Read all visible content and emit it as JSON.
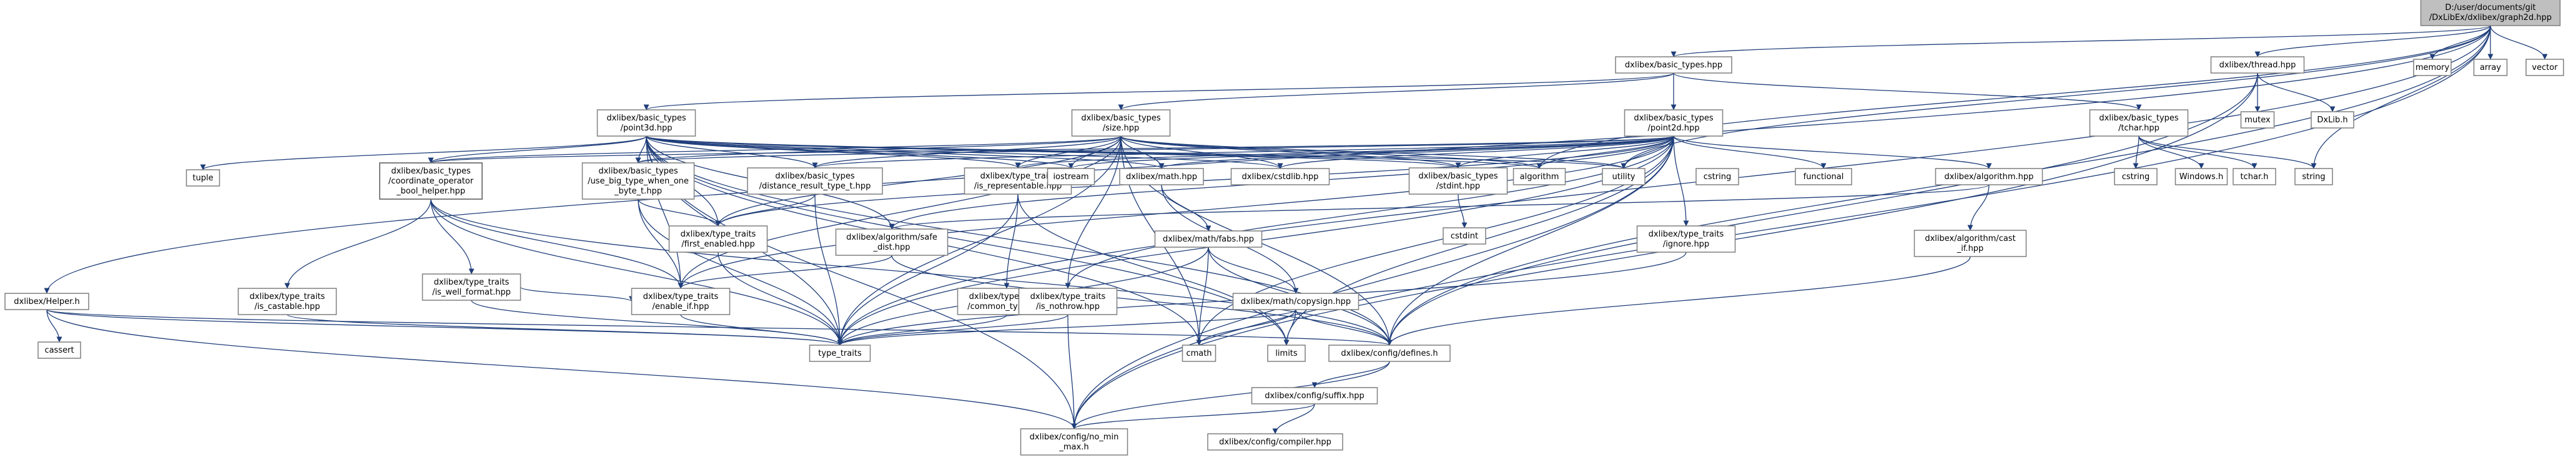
{
  "graph": {
    "title": "D:/user/documents/git/DxLibEx/dxlibex/graph2d.hpp",
    "colors": {
      "root_fill": "#bfbfbf",
      "node_fill": "#ffffff",
      "node_border_bold": "#000000",
      "node_border_missing": "#c0c0c0",
      "node_border_red": "#ff0000",
      "node_text_missing": "#555555",
      "edge": "#1f3e7a"
    },
    "nodes": [
      {
        "id": "root",
        "lines": [
          "D:/user/documents/git",
          "/DxLibEx/dxlibex/graph2d.hpp"
        ],
        "style": "root"
      },
      {
        "id": "basic_types",
        "lines": [
          "dxlibex/basic_types.hpp"
        ],
        "style": "normal"
      },
      {
        "id": "thread",
        "lines": [
          "dxlibex/thread.hpp"
        ],
        "style": "normal"
      },
      {
        "id": "memory",
        "lines": [
          "memory"
        ],
        "style": "missing"
      },
      {
        "id": "array",
        "lines": [
          "array"
        ],
        "style": "missing"
      },
      {
        "id": "vector",
        "lines": [
          "vector"
        ],
        "style": "missing"
      },
      {
        "id": "point3d",
        "lines": [
          "dxlibex/basic_types",
          "/point3d.hpp"
        ],
        "style": "normal"
      },
      {
        "id": "size",
        "lines": [
          "dxlibex/basic_types",
          "/size.hpp"
        ],
        "style": "normal"
      },
      {
        "id": "point2d",
        "lines": [
          "dxlibex/basic_types",
          "/point2d.hpp"
        ],
        "style": "normal"
      },
      {
        "id": "tchar",
        "lines": [
          "dxlibex/basic_types",
          "/tchar.hpp"
        ],
        "style": "normal"
      },
      {
        "id": "mutex",
        "lines": [
          "mutex"
        ],
        "style": "missing"
      },
      {
        "id": "dxlib",
        "lines": [
          "DxLib.h"
        ],
        "style": "missing"
      },
      {
        "id": "tuple",
        "lines": [
          "tuple"
        ],
        "style": "missing"
      },
      {
        "id": "coord_op",
        "lines": [
          "dxlibex/basic_types",
          "/coordinate_operator",
          "_bool_helper.hpp"
        ],
        "style": "bold"
      },
      {
        "id": "use_big",
        "lines": [
          "dxlibex/basic_types",
          "/use_big_type_when_one",
          "_byte_t.hpp"
        ],
        "style": "normal"
      },
      {
        "id": "distance",
        "lines": [
          "dxlibex/basic_types",
          "/distance_result_type_t.hpp"
        ],
        "style": "normal"
      },
      {
        "id": "is_repr",
        "lines": [
          "dxlibex/type_traits",
          "/is_representable.hpp"
        ],
        "style": "normal"
      },
      {
        "id": "iostream",
        "lines": [
          "iostream"
        ],
        "style": "missing"
      },
      {
        "id": "math",
        "lines": [
          "dxlibex/math.hpp"
        ],
        "style": "red"
      },
      {
        "id": "cstdlib",
        "lines": [
          "dxlibex/cstdlib.hpp"
        ],
        "style": "red"
      },
      {
        "id": "stdint",
        "lines": [
          "dxlibex/basic_types",
          "/stdint.hpp"
        ],
        "style": "normal"
      },
      {
        "id": "algorithm_std",
        "lines": [
          "algorithm"
        ],
        "style": "missing"
      },
      {
        "id": "utility",
        "lines": [
          "utility"
        ],
        "style": "missing"
      },
      {
        "id": "cstring",
        "lines": [
          "cstring"
        ],
        "style": "missing"
      },
      {
        "id": "functional",
        "lines": [
          "functional"
        ],
        "style": "missing"
      },
      {
        "id": "algo_hpp",
        "lines": [
          "dxlibex/algorithm.hpp"
        ],
        "style": "normal"
      },
      {
        "id": "cstring2",
        "lines": [
          "cstring"
        ],
        "style": "missing"
      },
      {
        "id": "windows",
        "lines": [
          "Windows.h"
        ],
        "style": "missing"
      },
      {
        "id": "tchar_h",
        "lines": [
          "tchar.h"
        ],
        "style": "missing"
      },
      {
        "id": "string",
        "lines": [
          "string"
        ],
        "style": "missing"
      },
      {
        "id": "first_enabled",
        "lines": [
          "dxlibex/type_traits",
          "/first_enabled.hpp"
        ],
        "style": "normal"
      },
      {
        "id": "safe_dist",
        "lines": [
          "dxlibex/algorithm/safe",
          "_dist.hpp"
        ],
        "style": "normal"
      },
      {
        "id": "mathfabs",
        "lines": [
          "dxlibex/math/fabs.hpp"
        ],
        "style": "normal"
      },
      {
        "id": "cstdint",
        "lines": [
          "cstdint"
        ],
        "style": "missing"
      },
      {
        "id": "ignore",
        "lines": [
          "dxlibex/type_traits",
          "/ignore.hpp"
        ],
        "style": "normal"
      },
      {
        "id": "cast_if",
        "lines": [
          "dxlibex/algorithm/cast",
          "_if.hpp"
        ],
        "style": "normal"
      },
      {
        "id": "is_well",
        "lines": [
          "dxlibex/type_traits",
          "/is_well_format.hpp"
        ],
        "style": "normal"
      },
      {
        "id": "is_castable",
        "lines": [
          "dxlibex/type_traits",
          "/is_castable.hpp"
        ],
        "style": "normal"
      },
      {
        "id": "enable_if",
        "lines": [
          "dxlibex/type_traits",
          "/enable_if.hpp"
        ],
        "style": "normal"
      },
      {
        "id": "common_type",
        "lines": [
          "dxlibex/type_traits",
          "/common_type.hpp"
        ],
        "style": "normal"
      },
      {
        "id": "is_nothrow",
        "lines": [
          "dxlibex/type_traits",
          "/is_nothrow.hpp"
        ],
        "style": "normal"
      },
      {
        "id": "copysign",
        "lines": [
          "dxlibex/math/copysign.hpp"
        ],
        "style": "red"
      },
      {
        "id": "helper",
        "lines": [
          "dxlibex/Helper.h"
        ],
        "style": "normal"
      },
      {
        "id": "cassert",
        "lines": [
          "cassert"
        ],
        "style": "missing"
      },
      {
        "id": "type_traits_std",
        "lines": [
          "type_traits"
        ],
        "style": "missing"
      },
      {
        "id": "cmath",
        "lines": [
          "cmath"
        ],
        "style": "missing"
      },
      {
        "id": "limits",
        "lines": [
          "limits"
        ],
        "style": "missing"
      },
      {
        "id": "defines",
        "lines": [
          "dxlibex/config/defines.h"
        ],
        "style": "normal"
      },
      {
        "id": "suffix",
        "lines": [
          "dxlibex/config/suffix.hpp"
        ],
        "style": "normal"
      },
      {
        "id": "no_min_max",
        "lines": [
          "dxlibex/config/no_min",
          "_max.h"
        ],
        "style": "normal"
      },
      {
        "id": "compiler",
        "lines": [
          "dxlibex/config/compiler.hpp"
        ],
        "style": "normal"
      }
    ],
    "edges": [
      [
        "root",
        "basic_types"
      ],
      [
        "root",
        "thread"
      ],
      [
        "root",
        "memory"
      ],
      [
        "root",
        "array"
      ],
      [
        "root",
        "vector"
      ],
      [
        "root",
        "helper"
      ],
      [
        "root",
        "no_min_max"
      ],
      [
        "root",
        "algorithm_std"
      ],
      [
        "root",
        "utility"
      ],
      [
        "root",
        "string"
      ],
      [
        "root",
        "defines"
      ],
      [
        "root",
        "type_traits_std"
      ],
      [
        "basic_types",
        "point3d"
      ],
      [
        "basic_types",
        "size"
      ],
      [
        "basic_types",
        "point2d"
      ],
      [
        "basic_types",
        "tchar"
      ],
      [
        "thread",
        "mutex"
      ],
      [
        "thread",
        "dxlib"
      ],
      [
        "thread",
        "defines"
      ],
      [
        "thread",
        "no_min_max"
      ],
      [
        "point3d",
        "tuple"
      ],
      [
        "point3d",
        "coord_op"
      ],
      [
        "point3d",
        "use_big"
      ],
      [
        "point3d",
        "distance"
      ],
      [
        "point3d",
        "is_repr"
      ],
      [
        "point3d",
        "iostream"
      ],
      [
        "point3d",
        "math"
      ],
      [
        "point3d",
        "cstdlib"
      ],
      [
        "point3d",
        "stdint"
      ],
      [
        "point3d",
        "algorithm_std"
      ],
      [
        "point3d",
        "utility"
      ],
      [
        "point3d",
        "first_enabled"
      ],
      [
        "point3d",
        "safe_dist"
      ],
      [
        "point3d",
        "type_traits_std"
      ],
      [
        "point3d",
        "cmath"
      ],
      [
        "point3d",
        "limits"
      ],
      [
        "point3d",
        "defines"
      ],
      [
        "point3d",
        "no_min_max"
      ],
      [
        "point3d",
        "enable_if"
      ],
      [
        "size",
        "coord_op"
      ],
      [
        "size",
        "use_big"
      ],
      [
        "size",
        "distance"
      ],
      [
        "size",
        "is_repr"
      ],
      [
        "size",
        "iostream"
      ],
      [
        "size",
        "math"
      ],
      [
        "size",
        "cstdlib"
      ],
      [
        "size",
        "stdint"
      ],
      [
        "size",
        "algorithm_std"
      ],
      [
        "size",
        "utility"
      ],
      [
        "size",
        "enable_if"
      ],
      [
        "size",
        "is_nothrow"
      ],
      [
        "size",
        "cmath"
      ],
      [
        "size",
        "type_traits_std"
      ],
      [
        "size",
        "defines"
      ],
      [
        "size",
        "first_enabled"
      ],
      [
        "point2d",
        "coord_op"
      ],
      [
        "point2d",
        "use_big"
      ],
      [
        "point2d",
        "distance"
      ],
      [
        "point2d",
        "is_repr"
      ],
      [
        "point2d",
        "iostream"
      ],
      [
        "point2d",
        "math"
      ],
      [
        "point2d",
        "cstdlib"
      ],
      [
        "point2d",
        "stdint"
      ],
      [
        "point2d",
        "algorithm_std"
      ],
      [
        "point2d",
        "utility"
      ],
      [
        "point2d",
        "functional"
      ],
      [
        "point2d",
        "algo_hpp"
      ],
      [
        "point2d",
        "first_enabled"
      ],
      [
        "point2d",
        "ignore"
      ],
      [
        "point2d",
        "is_nothrow"
      ],
      [
        "point2d",
        "safe_dist"
      ],
      [
        "point2d",
        "enable_if"
      ],
      [
        "point2d",
        "cmath"
      ],
      [
        "point2d",
        "limits"
      ],
      [
        "point2d",
        "defines"
      ],
      [
        "point2d",
        "type_traits_std"
      ],
      [
        "point2d",
        "no_min_max"
      ],
      [
        "tchar",
        "cstring2"
      ],
      [
        "tchar",
        "windows"
      ],
      [
        "tchar",
        "tchar_h"
      ],
      [
        "tchar",
        "string"
      ],
      [
        "coord_op",
        "is_well"
      ],
      [
        "coord_op",
        "is_castable"
      ],
      [
        "coord_op",
        "enable_if"
      ],
      [
        "coord_op",
        "type_traits_std"
      ],
      [
        "coord_op",
        "defines"
      ],
      [
        "use_big",
        "first_enabled"
      ],
      [
        "use_big",
        "enable_if"
      ],
      [
        "use_big",
        "type_traits_std"
      ],
      [
        "distance",
        "first_enabled"
      ],
      [
        "distance",
        "type_traits_std"
      ],
      [
        "is_repr",
        "common_type"
      ],
      [
        "is_repr",
        "type_traits_std"
      ],
      [
        "is_repr",
        "limits"
      ],
      [
        "math",
        "mathfabs"
      ],
      [
        "math",
        "copysign"
      ],
      [
        "stdint",
        "cstdint"
      ],
      [
        "algo_hpp",
        "cast_if"
      ],
      [
        "algo_hpp",
        "safe_dist"
      ],
      [
        "first_enabled",
        "type_traits_std"
      ],
      [
        "safe_dist",
        "enable_if"
      ],
      [
        "safe_dist",
        "defines"
      ],
      [
        "mathfabs",
        "cmath"
      ],
      [
        "mathfabs",
        "defines"
      ],
      [
        "mathfabs",
        "type_traits_std"
      ],
      [
        "mathfabs",
        "copysign"
      ],
      [
        "ignore",
        "type_traits_std"
      ],
      [
        "cast_if",
        "defines"
      ],
      [
        "is_well",
        "type_traits_std"
      ],
      [
        "is_well",
        "enable_if"
      ],
      [
        "is_castable",
        "type_traits_std"
      ],
      [
        "enable_if",
        "type_traits_std"
      ],
      [
        "common_type",
        "type_traits_std"
      ],
      [
        "is_nothrow",
        "type_traits_std"
      ],
      [
        "is_nothrow",
        "no_min_max"
      ],
      [
        "copysign",
        "cmath"
      ],
      [
        "copysign",
        "limits"
      ],
      [
        "copysign",
        "defines"
      ],
      [
        "copysign",
        "type_traits_std"
      ],
      [
        "helper",
        "cassert"
      ],
      [
        "helper",
        "type_traits_std"
      ],
      [
        "helper",
        "no_min_max"
      ],
      [
        "helper",
        "defines"
      ],
      [
        "defines",
        "suffix"
      ],
      [
        "defines",
        "no_min_max"
      ],
      [
        "suffix",
        "compiler"
      ],
      [
        "suffix",
        "no_min_max"
      ]
    ]
  }
}
